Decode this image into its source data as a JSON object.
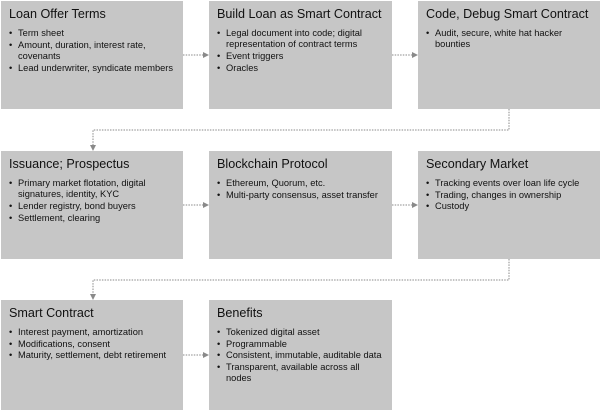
{
  "boxes": [
    {
      "title": "Loan Offer Terms",
      "items": [
        "Term sheet",
        "Amount, duration, interest rate, covenants",
        "Lead underwriter, syndicate members"
      ]
    },
    {
      "title": "Build Loan as Smart Contract",
      "items": [
        "Legal document into code; digital representation of contract terms",
        "Event triggers",
        "Oracles"
      ]
    },
    {
      "title": "Code, Debug Smart Contract",
      "items": [
        "Audit, secure, white hat hacker bounties"
      ]
    },
    {
      "title": "Issuance; Prospectus",
      "items": [
        "Primary market flotation, digital signatures, identity, KYC",
        "Lender registry, bond buyers",
        "Settlement, clearing"
      ]
    },
    {
      "title": "Blockchain Protocol",
      "items": [
        "Ethereum, Quorum, etc.",
        "Multi-party consensus, asset transfer"
      ]
    },
    {
      "title": "Secondary Market",
      "items": [
        "Tracking events over loan life cycle",
        "Trading, changes in ownership",
        "Custody"
      ]
    },
    {
      "title": "Smart Contract",
      "items": [
        "Interest payment, amortization",
        "Modifications, consent",
        "Maturity, settlement, debt retirement"
      ]
    },
    {
      "title": "Benefits",
      "items": [
        "Tokenized digital asset",
        "Programmable",
        "Consistent, immutable, auditable data",
        "Transparent, available across all nodes"
      ]
    }
  ],
  "colors": {
    "box_fill": "#c6c6c6",
    "arrow": "#8a8a8a"
  }
}
